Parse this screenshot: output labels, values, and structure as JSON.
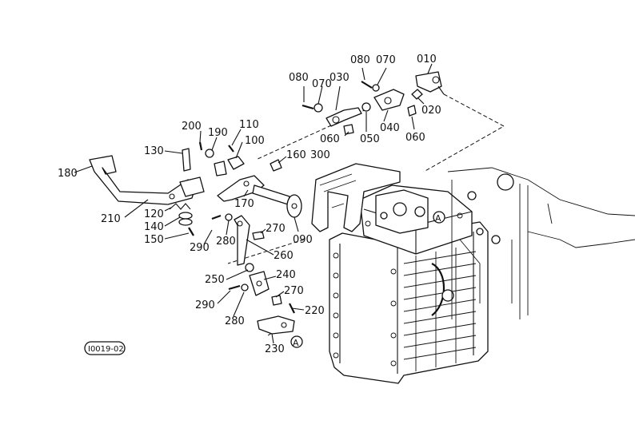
{
  "diagram": {
    "drawing_code": "I0019-02",
    "view_marker": "A",
    "parts": [
      {
        "id": "p010",
        "number": "010"
      },
      {
        "id": "p020",
        "number": "020"
      },
      {
        "id": "p030",
        "number": "030"
      },
      {
        "id": "p040",
        "number": "040"
      },
      {
        "id": "p050",
        "number": "050"
      },
      {
        "id": "p060a",
        "number": "060"
      },
      {
        "id": "p060b",
        "number": "060"
      },
      {
        "id": "p070a",
        "number": "070"
      },
      {
        "id": "p070b",
        "number": "070"
      },
      {
        "id": "p080a",
        "number": "080"
      },
      {
        "id": "p080b",
        "number": "080"
      },
      {
        "id": "p090",
        "number": "090"
      },
      {
        "id": "p100",
        "number": "100"
      },
      {
        "id": "p110",
        "number": "110"
      },
      {
        "id": "p120",
        "number": "120"
      },
      {
        "id": "p130",
        "number": "130"
      },
      {
        "id": "p140",
        "number": "140"
      },
      {
        "id": "p150",
        "number": "150"
      },
      {
        "id": "p160",
        "number": "160"
      },
      {
        "id": "p170",
        "number": "170"
      },
      {
        "id": "p180",
        "number": "180"
      },
      {
        "id": "p190",
        "number": "190"
      },
      {
        "id": "p200",
        "number": "200"
      },
      {
        "id": "p210",
        "number": "210"
      },
      {
        "id": "p220",
        "number": "220"
      },
      {
        "id": "p230",
        "number": "230"
      },
      {
        "id": "p240",
        "number": "240"
      },
      {
        "id": "p250",
        "number": "250"
      },
      {
        "id": "p260",
        "number": "260"
      },
      {
        "id": "p270a",
        "number": "270"
      },
      {
        "id": "p270b",
        "number": "270"
      },
      {
        "id": "p280a",
        "number": "280"
      },
      {
        "id": "p280b",
        "number": "280"
      },
      {
        "id": "p290a",
        "number": "290"
      },
      {
        "id": "p290b",
        "number": "290"
      },
      {
        "id": "p300",
        "number": "300"
      }
    ]
  }
}
